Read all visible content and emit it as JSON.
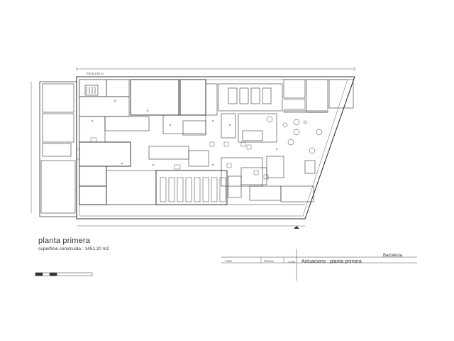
{
  "title": "planta primera",
  "subtitle": "superficie construïda : 1451.20 m2",
  "title_block": {
    "city": "Barcelona",
    "actuation": "Actuacions : planta primera",
    "date_label": "DATA",
    "scale_label": "ESCALA",
    "scale_value": "1:200"
  },
  "plan": {
    "stair_label": "ESCALA EF-01"
  },
  "colors": {
    "line": "#333333",
    "background": "#ffffff"
  }
}
